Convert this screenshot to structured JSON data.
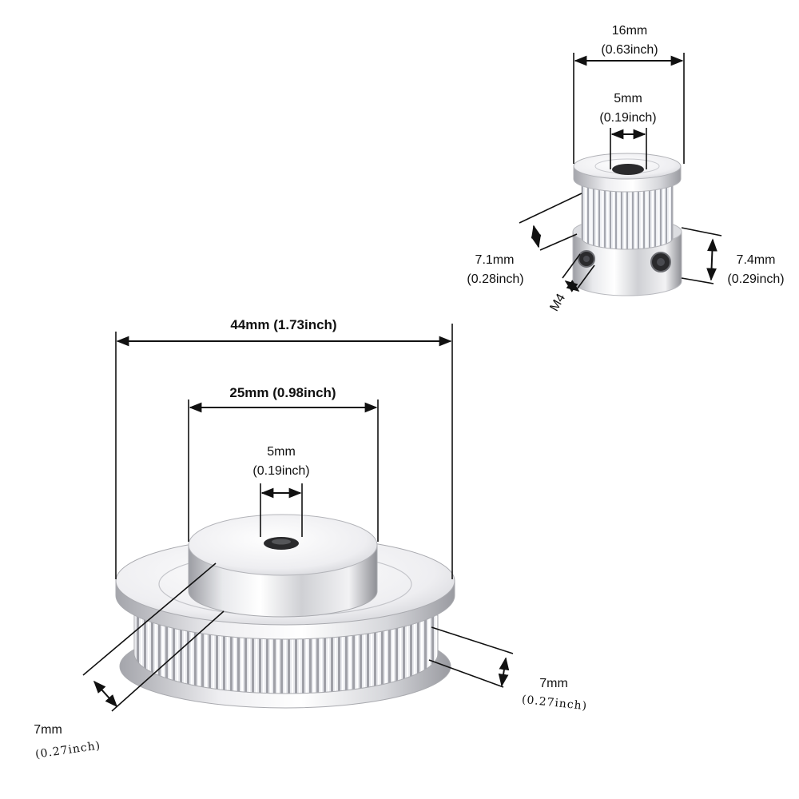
{
  "small_pulley": {
    "outer_diameter": {
      "mm": "16mm",
      "inch": "(0.63inch)"
    },
    "bore": {
      "mm": "5mm",
      "inch": "(0.19inch)"
    },
    "tooth_width": {
      "mm": "7.1mm",
      "inch": "(0.28inch)"
    },
    "hub_height": {
      "mm": "7.4mm",
      "inch": "(0.29inch)"
    },
    "set_screw": "M4"
  },
  "large_pulley": {
    "outer_diameter": "44mm (1.73inch)",
    "hub_diameter": "25mm (0.98inch)",
    "bore": {
      "mm": "5mm",
      "inch": "(0.19inch)"
    },
    "hub_height": {
      "mm": "7mm",
      "inch": "(0.27inch)"
    },
    "tooth_width": {
      "mm": "7mm",
      "inch": "(0.27inch)"
    }
  },
  "colors": {
    "metal_light": "#f4f4f6",
    "metal_mid": "#c9cacf",
    "metal_dark": "#8b8c92",
    "bore_dark": "#2a2a2c",
    "line": "#111111"
  }
}
